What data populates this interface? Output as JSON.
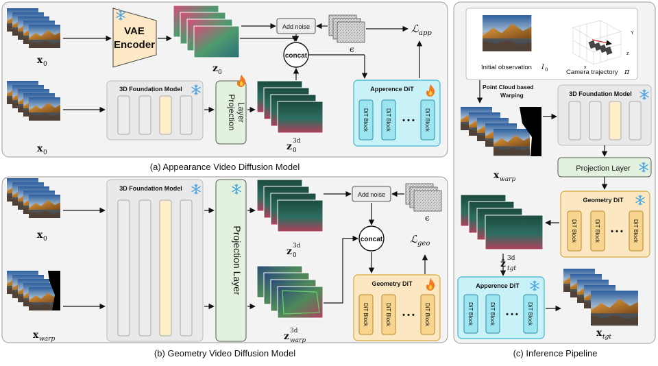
{
  "panel_a": {
    "caption": "(a) Appearance Video Diffusion Model",
    "vae_line1": "VAE",
    "vae_line2": "Encoder",
    "x0_top": "x",
    "x0_top_sub": "0",
    "x0_bottom": "x",
    "x0_bottom_sub": "0",
    "z0": "z",
    "z0_sub": "0",
    "z0_3d": "z",
    "z0_3d_sup": "3d",
    "z0_3d_sub": "0",
    "add_noise": "Add noise",
    "concat": "concat",
    "epsilon": "ϵ",
    "loss": "ℒ",
    "loss_sub": "app",
    "foundation_title": "3D Foundation Model",
    "projection_line1": "Projection",
    "projection_line2": "Layer",
    "dit_title": "Apperence DiT",
    "dit_block": "DiT Block",
    "dots": "• • •"
  },
  "panel_b": {
    "caption": "(b) Geometry Video Diffusion Model",
    "x0": "x",
    "x0_sub": "0",
    "xwarp": "x",
    "xwarp_sub": "warp",
    "z0_3d": "z",
    "z0_3d_sup": "3d",
    "z0_3d_sub": "0",
    "zwarp_3d": "z",
    "zwarp_3d_sup": "3d",
    "zwarp_3d_sub": "warp",
    "add_noise": "Add noise",
    "concat": "concat",
    "epsilon": "ϵ",
    "loss": "ℒ",
    "loss_sub": "geo",
    "foundation_title": "3D Foundation Model",
    "projection": "Projection Layer",
    "dit_title": "Geometry DiT",
    "dit_block": "DiT Block",
    "dots": "• • •"
  },
  "panel_c": {
    "caption": "(c) Inference Pipeline",
    "initial_observation": "Initial observation ",
    "initial_symbol": "I",
    "initial_sub": "0",
    "camera_trajectory": "Camera trajectory ",
    "camera_symbol": "π",
    "axis_x": "x",
    "axis_y": "Y",
    "axis_z": "z",
    "warping_line1": "Point Cloud based",
    "warping_line2": "Warping",
    "xwarp": "x",
    "xwarp_sub": "warp",
    "foundation_title": "3D Foundation Model",
    "projection": "Projection Layer",
    "geometry_dit": "Geometry DiT",
    "appearance_dit": "Apperence DiT",
    "dit_block": "DiT Block",
    "dots": "• • •",
    "z_tgt": "ẑ",
    "z_tgt_sup": "3d",
    "z_tgt_sub": "tgt",
    "x_tgt": "x",
    "x_tgt_sub": "tgt"
  },
  "colors": {
    "panel_bg": "#f3f3f3",
    "vae_fill": "#fde9c6",
    "foundation_fill": "#e9e9e9",
    "foundation_highlight": "#fbefc9",
    "projection_fill": "#e3f2de",
    "appearance_dit_fill": "#c9f1f8",
    "appearance_dit_border": "#3ab6cf",
    "geometry_dit_fill": "#fbe8c3",
    "geometry_dit_border": "#d4a840"
  },
  "icons": {
    "frozen": "snowflake-icon",
    "trainable": "fire-icon"
  }
}
